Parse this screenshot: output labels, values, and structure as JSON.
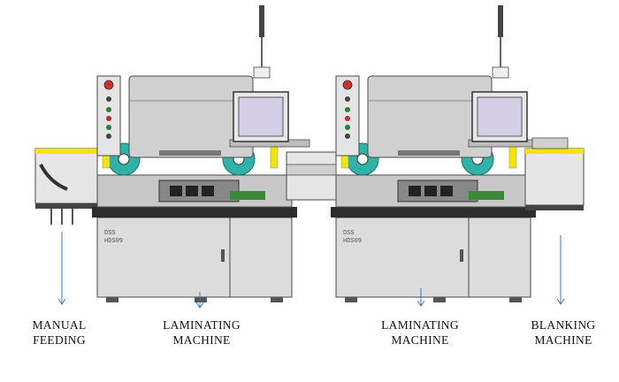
{
  "labels": {
    "manual_feeding": [
      "MANUAL",
      "FEEDING"
    ],
    "laminating_1": [
      "LAMINATING",
      "MACHINE"
    ],
    "laminating_2": [
      "LAMINATING",
      "MACHINE"
    ],
    "blanking": [
      "BLANKING",
      "MACHINE"
    ]
  },
  "cabinet_text": [
    "DSS",
    "HDS09"
  ],
  "colors": {
    "body": "#d9d9d9",
    "body_dark": "#b8b8b8",
    "line": "#4a4a4a",
    "accent_teal": "#2fb3a8",
    "accent_yellow": "#f2e600",
    "screen": "#d4cfe6",
    "arrow": "#3a78c2",
    "base": "#2d2d2d"
  }
}
